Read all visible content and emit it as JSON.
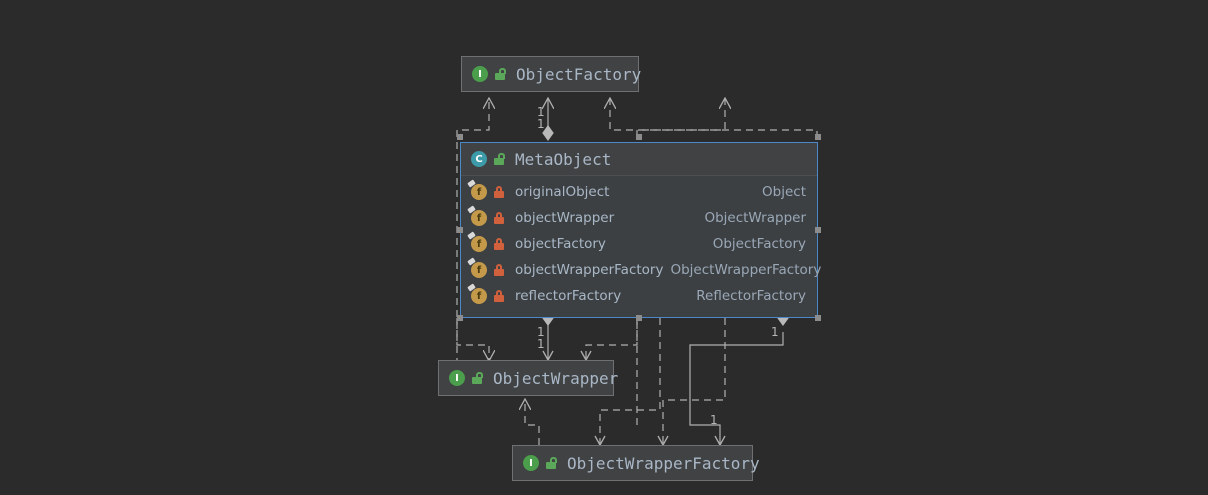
{
  "diagram": {
    "type": "uml-class-diagram",
    "background_color": "#2b2b2b",
    "selection_color": "#4a88c7"
  },
  "nodes": [
    {
      "id": "object-factory",
      "name": "ObjectFactory",
      "kind": "interface",
      "kind_icon": "interface-icon",
      "kind_letter": "I",
      "visibility_icon": "unlock-icon",
      "selected": false
    },
    {
      "id": "meta-object",
      "name": "MetaObject",
      "kind": "class",
      "kind_icon": "class-icon",
      "kind_letter": "C",
      "visibility_icon": "unlock-icon",
      "selected": true,
      "fields": [
        {
          "icon": "field-icon",
          "lock": "lock-icon",
          "name": "originalObject",
          "type": "Object"
        },
        {
          "icon": "field-icon",
          "lock": "lock-icon",
          "name": "objectWrapper",
          "type": "ObjectWrapper"
        },
        {
          "icon": "field-icon",
          "lock": "lock-icon",
          "name": "objectFactory",
          "type": "ObjectFactory"
        },
        {
          "icon": "field-icon",
          "lock": "lock-icon",
          "name": "objectWrapperFactory",
          "type": "ObjectWrapperFactory"
        },
        {
          "icon": "field-icon",
          "lock": "lock-icon",
          "name": "reflectorFactory",
          "type": "ReflectorFactory"
        }
      ]
    },
    {
      "id": "object-wrapper",
      "name": "ObjectWrapper",
      "kind": "interface",
      "kind_icon": "interface-icon",
      "kind_letter": "I",
      "visibility_icon": "unlock-icon",
      "selected": false
    },
    {
      "id": "object-wrapper-factory",
      "name": "ObjectWrapperFactory",
      "kind": "interface",
      "kind_icon": "interface-icon",
      "kind_letter": "I",
      "visibility_icon": "unlock-icon",
      "selected": false
    }
  ],
  "multiplicities": [
    {
      "id": "m1",
      "label": "1"
    },
    {
      "id": "m2",
      "label": "1"
    },
    {
      "id": "m3",
      "label": "1"
    },
    {
      "id": "m4",
      "label": "1"
    },
    {
      "id": "m5",
      "label": "1"
    },
    {
      "id": "m6",
      "label": "1"
    }
  ]
}
